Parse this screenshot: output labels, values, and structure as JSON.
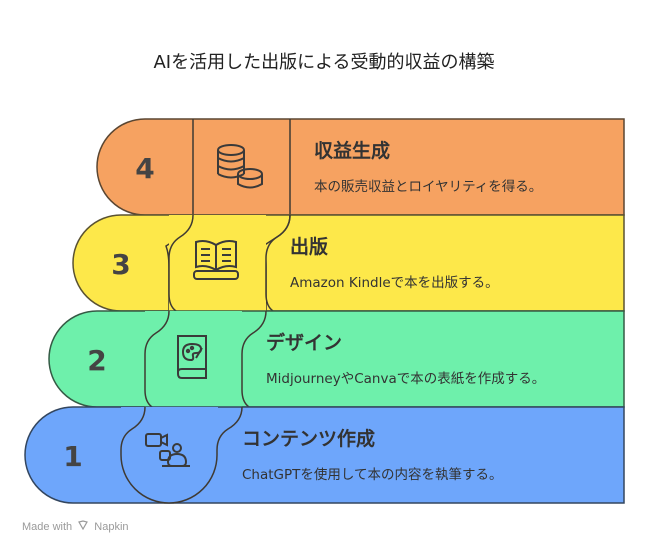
{
  "title": "AIを活用した出版による受動的収益の構築",
  "steps": [
    {
      "number": "4",
      "title": "収益生成",
      "description": "本の販売収益とロイヤリティを得る。",
      "icon": "coins-icon",
      "color": "#f4a261"
    },
    {
      "number": "3",
      "title": "出版",
      "description": "Amazon Kindleで本を出版する。",
      "icon": "open-book-icon",
      "color": "#fde047"
    },
    {
      "number": "2",
      "title": "デザイン",
      "description": "MidjourneyやCanvaで本の表紙を作成する。",
      "icon": "palette-book-icon",
      "color": "#5eeaa4"
    },
    {
      "number": "1",
      "title": "コンテンツ作成",
      "description": "ChatGPTを使用して本の内容を執筆する。",
      "icon": "video-chat-icon",
      "color": "#6ea8fe"
    }
  ],
  "footer": {
    "made_with": "Made with",
    "brand": "Napkin"
  }
}
